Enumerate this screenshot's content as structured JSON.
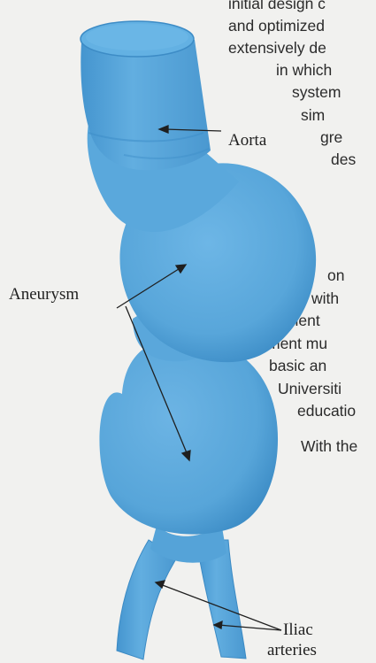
{
  "background_text": [
    "initial design c",
    "and optimized",
    "extensively de",
    "in which",
    "system",
    "sim",
    "gre",
    "des",
    "on",
    "with",
    "scient",
    "ment mu",
    "basic an",
    "Universiti",
    "educatio",
    "With the"
  ],
  "labels": {
    "aorta": "Aorta",
    "aneurysm": "Aneurysm",
    "iliac_line1": "Iliac",
    "iliac_line2": "arteries"
  },
  "colors": {
    "model": "#5aa8dc",
    "model_shadow": "#3f8fc9",
    "model_highlight": "#7cc0ea",
    "text": "#2b2b2b",
    "background": "#f1f1ef"
  }
}
